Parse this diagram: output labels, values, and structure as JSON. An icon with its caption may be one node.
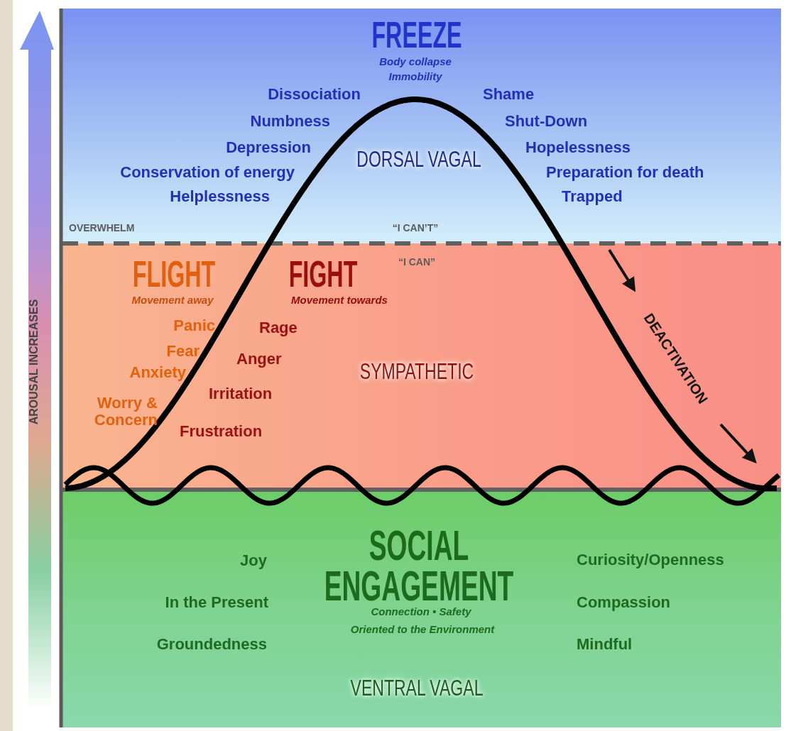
{
  "diagram": {
    "nodes": [
      {
        "text": [
          "FREEZE",
          "Body collapse",
          "Immobility",
          "Dissociation",
          "Numbness",
          "Depression",
          "Conservation of energy",
          "Helplessness",
          "DORSAL VAGAL",
          "Shame",
          "Shut-Down",
          "Hopelessness",
          "Preparation for death",
          "Trapped",
          "OVERWHELM",
          "“I CAN’T”"
        ]
      },
      {
        "text": [
          "FLIGHT",
          "FIGHT",
          "“I CAN”",
          "Movement away",
          "Movement towards",
          "Panic",
          "Fear",
          "Anxiety",
          "Worry & Concern",
          "Rage",
          "Anger",
          "Irritation",
          "Frustration",
          "SYMPATHETIC"
        ]
      },
      {
        "text": [
          "SOCIAL ENGAGEMENT",
          "Connection • Safety",
          "Oriented to the Environment",
          "Joy",
          "In the Present",
          "Groundedness",
          "Curiosity/Openness",
          "Compassion",
          "Mindful",
          "VENTRAL VAGAL"
        ]
      }
    ],
    "labels": [
      "AROUSAL INCREASES",
      "DEACTIVATION"
    ]
  }
}
